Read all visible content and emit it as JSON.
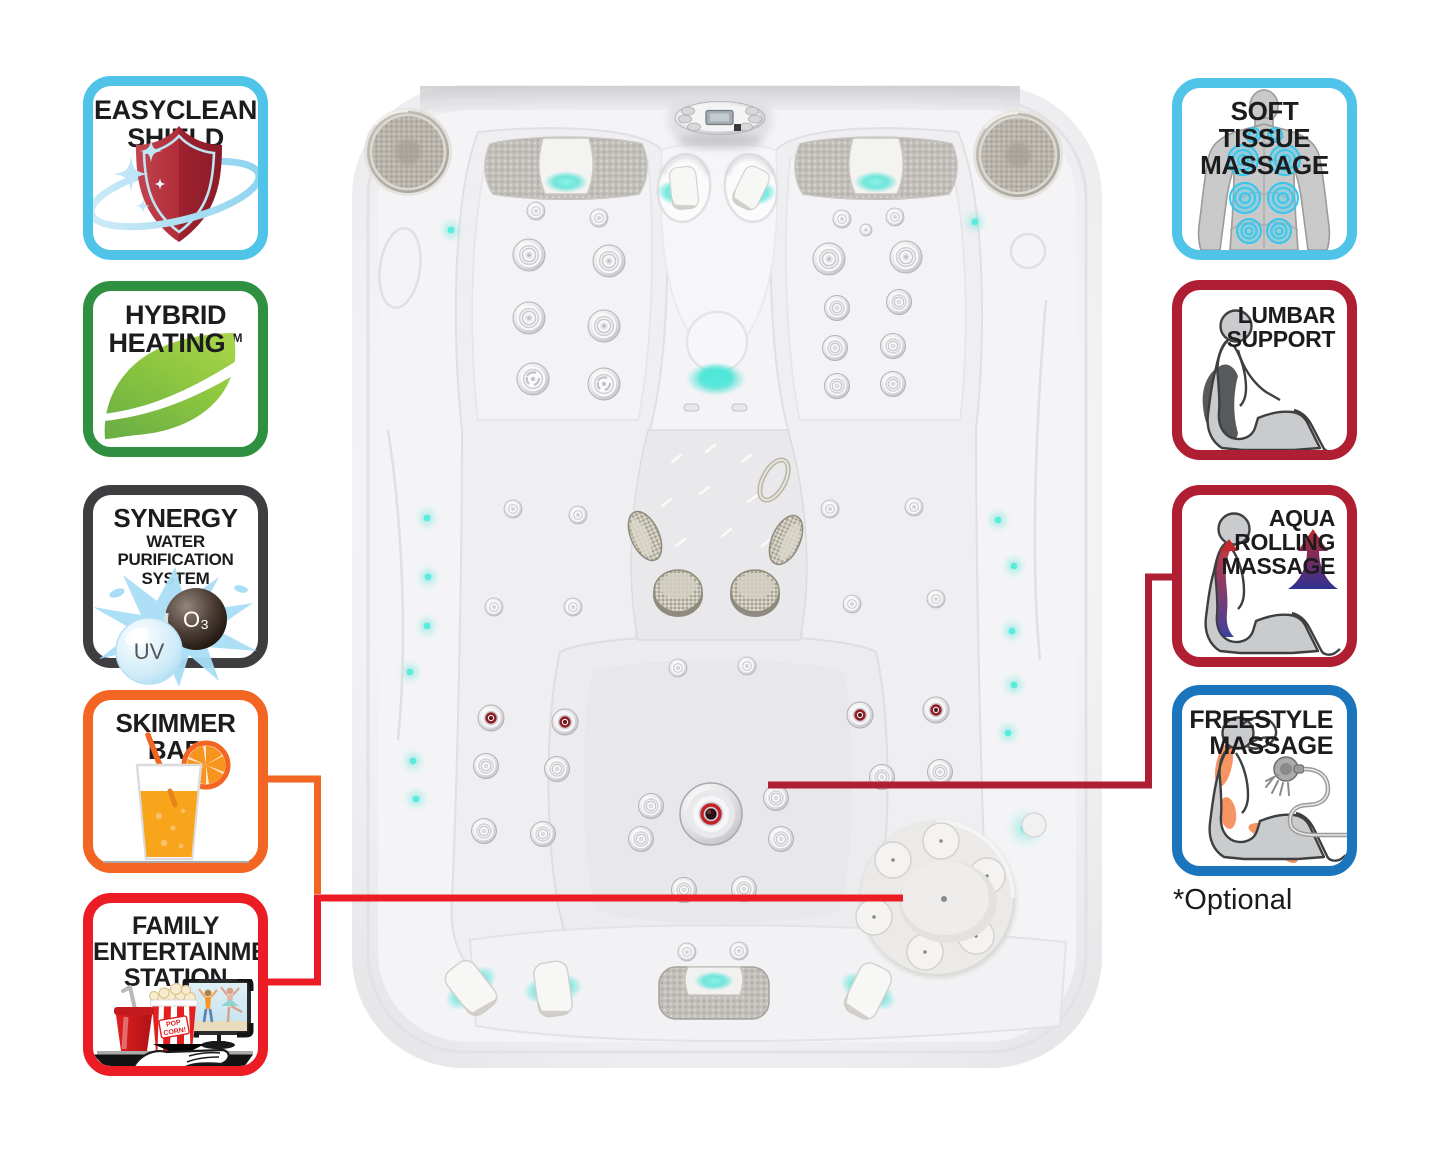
{
  "page": {
    "background": "#ffffff"
  },
  "colors": {
    "skyblue": "#4FC3E8",
    "green": "#2E9040",
    "charcoal": "#3E3E40",
    "orange": "#F26522",
    "red": "#EC1C24",
    "crimson": "#B01E33",
    "blue": "#1B75BC",
    "teal": "#3FE0D2",
    "text": "#1C1C1E",
    "shield_red": "#A6202B",
    "leaf_green": "#8DC63F",
    "splash_blue": "#A9DDF5",
    "juice_orange": "#F9A51B"
  },
  "callouts": {
    "left": [
      {
        "id": "easyclean-shield",
        "title": "EASYCLEAN\nSHIELD"
      },
      {
        "id": "hybrid-heating",
        "title": "HYBRID\nHEATING",
        "tm": "TM"
      },
      {
        "id": "synergy",
        "title": "SYNERGY",
        "subtitle": "WATER PURIFICATION\nSYSTEM",
        "bubble_o3": "O₃",
        "bubble_uv": "UV"
      },
      {
        "id": "skimmer-bar",
        "title": "SKIMMER BAR"
      },
      {
        "id": "family-entertainment-station",
        "title": "FAMILY\nENTERTAINMENT\nSTATION",
        "popcorn_line1": "POP",
        "popcorn_line2": "CORN!"
      }
    ],
    "right": [
      {
        "id": "soft-tissue-massage",
        "title": "SOFT TISSUE\nMASSAGE"
      },
      {
        "id": "lumbar-support",
        "title": "LUMBAR\nSUPPORT"
      },
      {
        "id": "aqua-rolling-massage",
        "title": "AQUA\nROLLING\nMASSAGE"
      },
      {
        "id": "freestyle-massage",
        "title": "FREESTYLE\nMASSAGE"
      }
    ],
    "note": "*Optional"
  }
}
